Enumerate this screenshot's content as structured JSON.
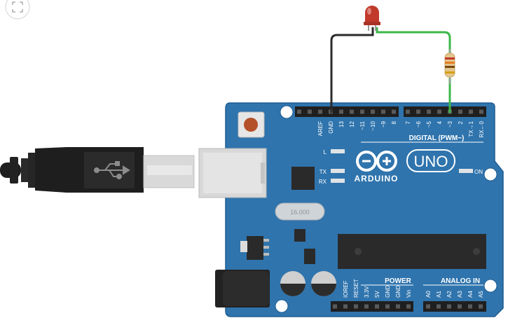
{
  "toolbar": {
    "fit_icon": "fullscreen-icon"
  },
  "board": {
    "brand": "ARDUINO",
    "model": "UNO",
    "on_label": "ON",
    "led_labels": {
      "l": "L",
      "tx": "TX",
      "rx": "RX"
    },
    "crystal_label": "16.000",
    "digital_header_label": "DIGITAL (PWM~)",
    "digital_pins": [
      "AREF",
      "GND",
      "13",
      "12",
      "~11",
      "~10",
      "~9",
      "8",
      "7",
      "~6",
      "~5",
      "4",
      "~3",
      "2",
      "TX→1",
      "RX←0"
    ],
    "power_label": "POWER",
    "power_pins": [
      "IOREF",
      "RESET",
      "3.3V",
      "5V",
      "GND",
      "GND",
      "Vin"
    ],
    "analog_label": "ANALOG IN",
    "analog_pins": [
      "A0",
      "A1",
      "A2",
      "A3",
      "A4",
      "A5"
    ]
  },
  "components": {
    "led": {
      "color": "#c0392b"
    },
    "resistor": {
      "bands": [
        "#c0392b",
        "#e67e22",
        "#7a4a12",
        "#d4a017"
      ]
    },
    "wires": {
      "ground": "#2b2b2b",
      "signal": "#3cb84a"
    }
  },
  "colors": {
    "board": "#2f74ad",
    "board_edge": "#1f5d92",
    "usb_cable": "#1e1e1e"
  }
}
